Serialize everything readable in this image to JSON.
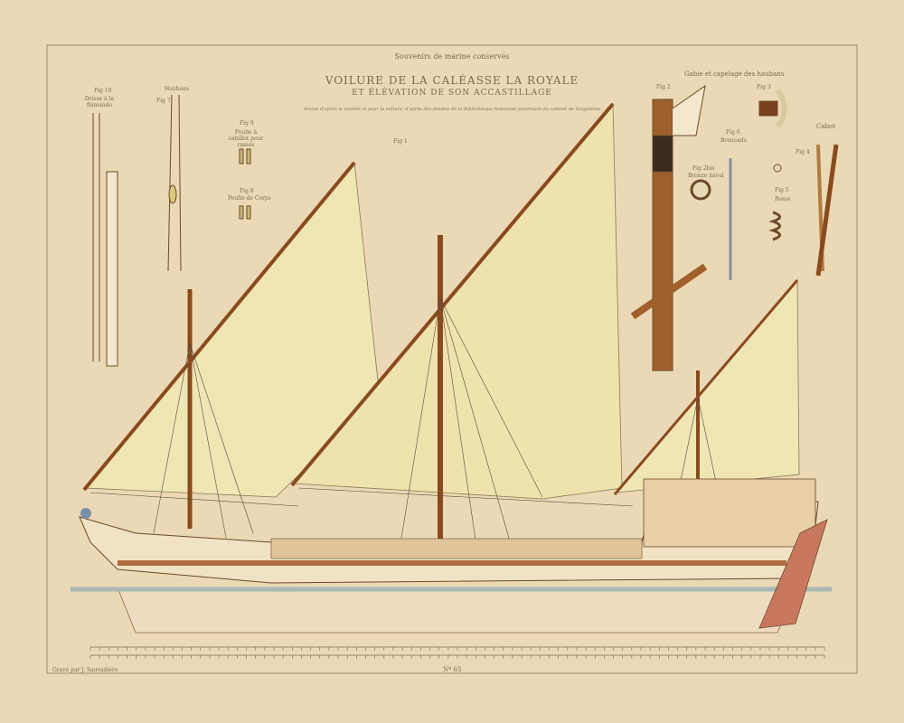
{
  "header": {
    "series": "Souvenirs de marine conservés",
    "title": "VOILURE DE LA CALÉASSE LA ROYALE",
    "subtitle": "ET ÉLÉVATION DE SON ACCASTILLAGE",
    "note": "dressé d'après le modèle et pour la mâture, d'après des dessins de la Bibliothèque Nationale provenant du cabinet de Gaignières"
  },
  "figures": {
    "fig1": "Fig 1",
    "fig10_label": "Fig 10",
    "fig10_title": "Drisse à la flamande",
    "fig7_title": "Haubans",
    "fig7_label": "Fig 7",
    "fig9_label": "Fig 9",
    "fig9_title": "Poulie à cabillot pour rames",
    "fig8_label": "Fig 8",
    "fig8_title": "Poulie de Corps",
    "hunes_title": "Gabie et capelage des haubans",
    "fig2_label": "Fig 2",
    "fig3_label": "Fig 3",
    "fig6_label": "Fig 6",
    "fig6_title": "Brancade",
    "fig2bis_label": "Fig 2bis",
    "fig2bis_title": "Bronze naval",
    "fig5_label": "Fig 5",
    "fig5_title": "Bosse",
    "fig4_label": "Fig 4",
    "cabot_title": "Cabot"
  },
  "footer": {
    "engraver": "Gravé par J. Sauvadière",
    "plate_number": "Nº 65"
  },
  "colors": {
    "paper": "#ead9b4",
    "sail": "#efe6b4",
    "wood": "#a0602c",
    "line": "#6b4a2a",
    "hull": "#f1e2c4",
    "water": "#a9b8b4"
  }
}
